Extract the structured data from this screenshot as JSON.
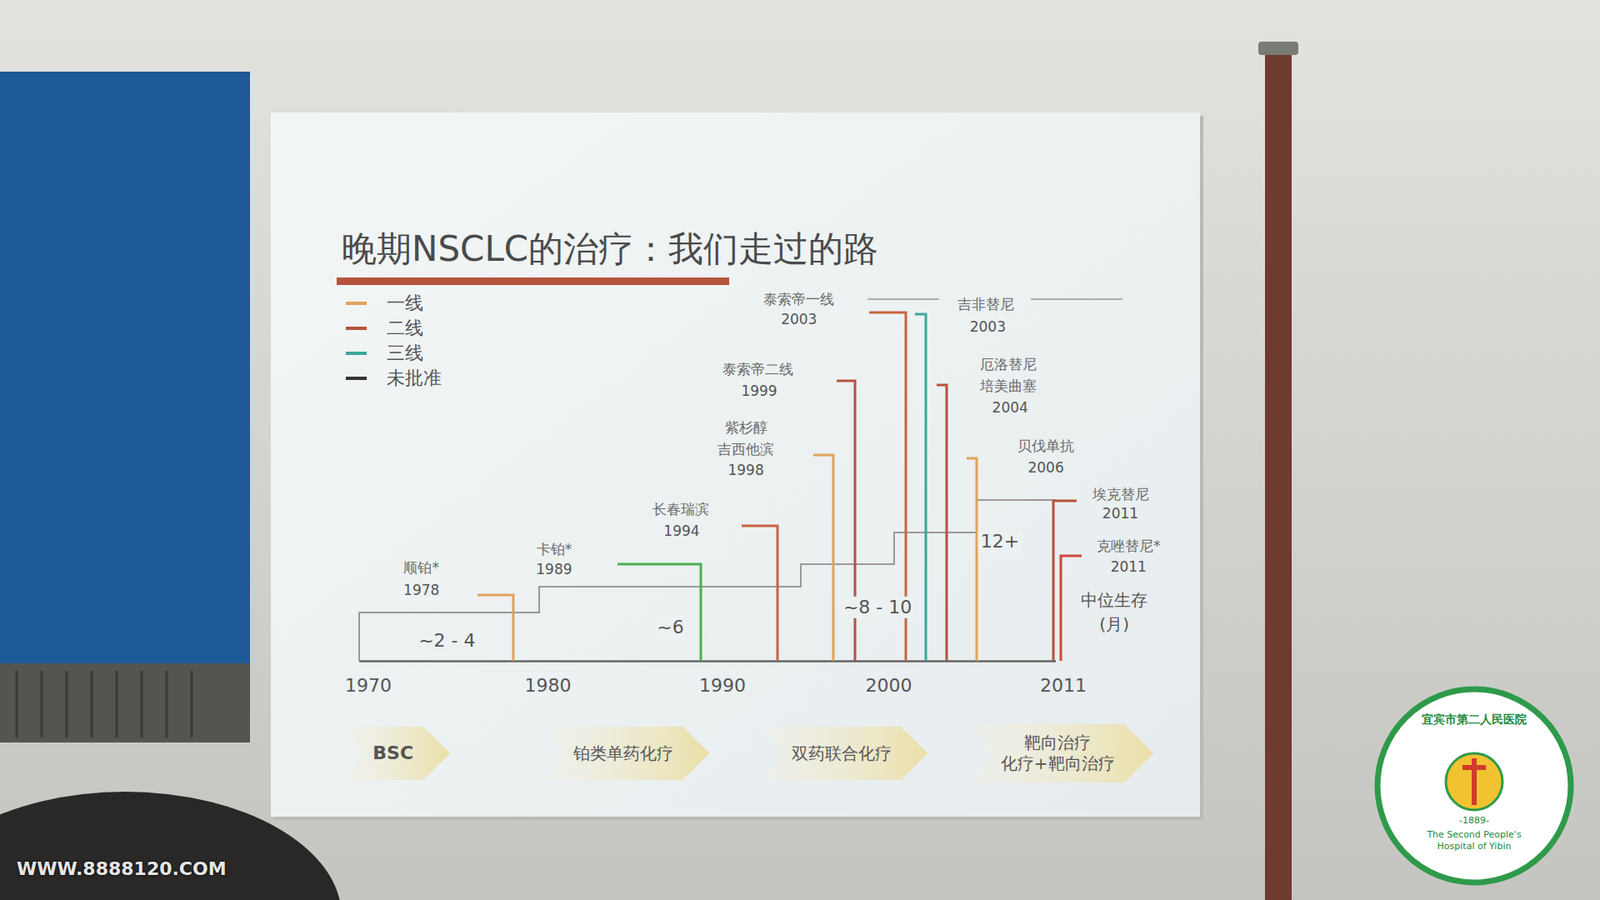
{
  "diagram": {
    "title": "晚期NSCLC的治疗：我们走过的路",
    "nodes": [
      {
        "text": [
          "BSC"
        ]
      },
      {
        "text": [
          "铂类单药化疗"
        ]
      },
      {
        "text": [
          "双药联合化疗"
        ]
      },
      {
        "text": [
          "靶向治疗",
          "化疗+靶向治疗"
        ]
      }
    ],
    "labels": [
      "泰索帝一线",
      "2003",
      "吉非替尼",
      "2003",
      "泰索帝二线",
      "1999",
      "厄洛替尼",
      "培美曲塞",
      "2004",
      "紫杉醇",
      "吉西他滨",
      "1998",
      "贝伐单抗",
      "2006",
      "长春瑞滨",
      "1994",
      "埃克替尼",
      "2011",
      "卡铂*",
      "1989",
      "12+",
      "克唑替尼*",
      "2011",
      "顺铂*",
      "1978",
      "中位生存",
      "(月)",
      "~8 - 10",
      "~6",
      "~2 - 4",
      "1970",
      "1980",
      "1990",
      "2000",
      "2011",
      "WWW.8888120.COM",
      "宜宾市第二人民医院",
      "The Second People's Hospital of Yibin",
      "-1889-"
    ],
    "legend": [
      {
        "text": "一线",
        "color": "#e0a35a"
      },
      {
        "text": "二线",
        "color": "#b5533c"
      },
      {
        "text": "三线",
        "color": "#3aa89a"
      },
      {
        "text": "未批准",
        "color": "#333333"
      }
    ]
  }
}
